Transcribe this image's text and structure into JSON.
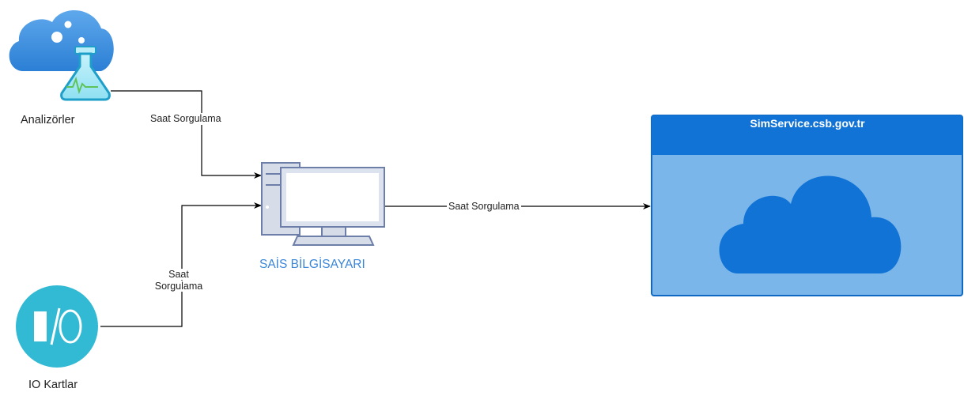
{
  "nodes": {
    "analyzers": {
      "label": "Analizörler",
      "icon": "cloud-flask-icon"
    },
    "io_cards": {
      "label": "IO Kartlar",
      "icon": "io-circle-icon"
    },
    "pc": {
      "label": "SAİS BİLGİSAYARI",
      "icon": "desktop-computer-icon"
    },
    "server": {
      "title": "SimService.csb.gov.tr",
      "icon": "cloud-icon"
    }
  },
  "edges": {
    "analyzers_to_pc": {
      "label": "Saat Sorgulama"
    },
    "io_to_pc": {
      "label_line1": "Saat",
      "label_line2": "Sorgulama"
    },
    "pc_to_server": {
      "label": "Saat Sorgulama"
    }
  },
  "colors": {
    "accent_blue": "#1273d6",
    "panel_light": "#7ab6ea",
    "panel_border": "#0f68c2",
    "io_teal": "#30b9d3",
    "pc_label": "#3a86d8"
  }
}
